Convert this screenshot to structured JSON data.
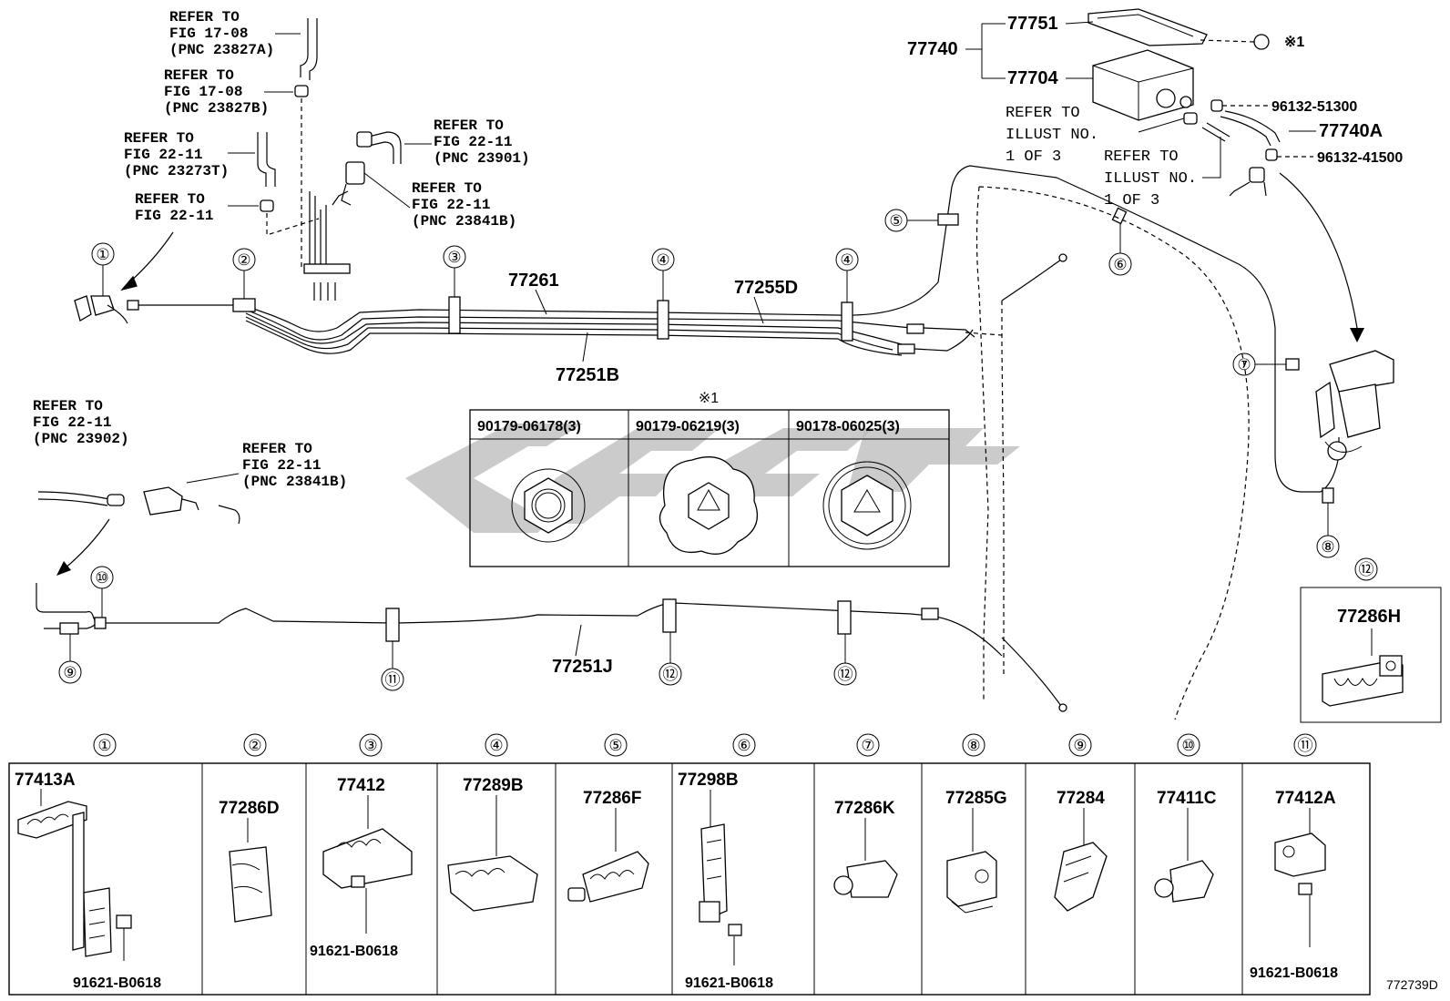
{
  "diagram_code": "772739D",
  "refs": {
    "r1": [
      "REFER TO",
      "FIG 17-08",
      "(PNC 23827A)"
    ],
    "r2": [
      "REFER TO",
      "FIG 17-08",
      "(PNC 23827B)"
    ],
    "r3": [
      "REFER TO",
      "FIG 22-11",
      "(PNC 23273T)"
    ],
    "r4": [
      "REFER TO",
      "FIG 22-11"
    ],
    "r5": [
      "REFER TO",
      "FIG 22-11",
      "(PNC 23901)"
    ],
    "r6": [
      "REFER TO",
      "FIG 22-11",
      "(PNC 23841B)"
    ],
    "r7": [
      "REFER TO",
      "FIG 22-11",
      "(PNC 23902)"
    ],
    "r8": [
      "REFER TO",
      "FIG 22-11",
      "(PNC 23841B)"
    ],
    "r9": [
      "REFER TO",
      "ILLUST NO.",
      "1 OF 3"
    ],
    "r10": [
      "REFER TO",
      "ILLUST NO.",
      "1 OF 3"
    ]
  },
  "parts": {
    "p77751": "77751",
    "p77740": "77740",
    "p77704": "77704",
    "star1": "※1",
    "p96132_51300": "96132-51300",
    "p77740A": "77740A",
    "p96132_41500": "96132-41500",
    "p77261": "77261",
    "p77255D": "77255D",
    "p77251B": "77251B",
    "p77251J": "77251J",
    "p77286H": "77286H"
  },
  "callouts": [
    "①",
    "②",
    "③",
    "④",
    "④",
    "⑤",
    "⑥",
    "⑦",
    "⑧",
    "⑨",
    "⑩",
    "⑪",
    "⑫",
    "⑫",
    "⑫"
  ],
  "nut_table": {
    "marker": "※1",
    "headers": [
      "90179-06178(3)",
      "90179-06219(3)",
      "90178-06025(3)"
    ]
  },
  "clip_table": [
    {
      "num": "①",
      "part": "77413A",
      "bolt": "91621-B0618"
    },
    {
      "num": "②",
      "part": "77286D",
      "bolt": ""
    },
    {
      "num": "③",
      "part": "77412",
      "bolt": "91621-B0618"
    },
    {
      "num": "④",
      "part": "77289B",
      "bolt": ""
    },
    {
      "num": "⑤",
      "part": "77286F",
      "bolt": ""
    },
    {
      "num": "⑥",
      "part": "77298B",
      "bolt": "91621-B0618"
    },
    {
      "num": "⑦",
      "part": "77286K",
      "bolt": ""
    },
    {
      "num": "⑧",
      "part": "77285G",
      "bolt": ""
    },
    {
      "num": "⑨",
      "part": "77284",
      "bolt": ""
    },
    {
      "num": "⑩",
      "part": "77411C",
      "bolt": ""
    },
    {
      "num": "⑪",
      "part": "77412A",
      "bolt": "91621-B0618"
    }
  ]
}
